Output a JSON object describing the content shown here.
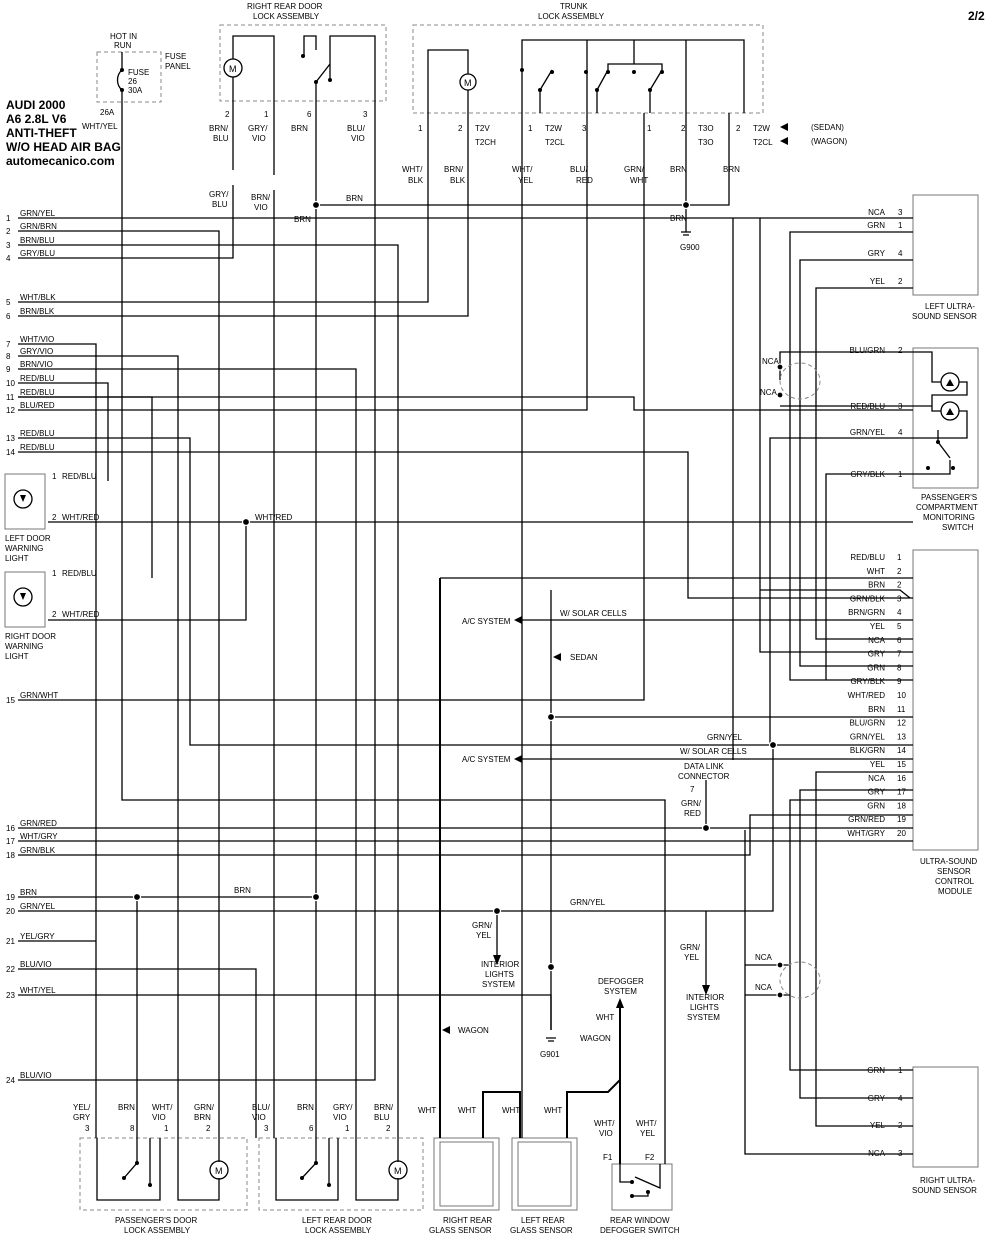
{
  "page_number": "2/2",
  "header": {
    "lines": [
      "AUDI 2000",
      "A6 2.8L V6",
      "ANTI-THEFT",
      "W/O HEAD AIR BAG",
      "automecanico.com"
    ]
  },
  "fuse_panel": {
    "hot_in": "HOT IN",
    "run": "RUN",
    "panel_1": "FUSE",
    "panel_2": "PANEL",
    "fuse_1": "FUSE",
    "fuse_2": "26",
    "fuse_3": "30A",
    "terminal": "26A",
    "wire": "WHT/YEL"
  },
  "components": {
    "rr_door_lock_1": "RIGHT REAR DOOR",
    "rr_door_lock_2": "LOCK ASSEMBLY",
    "trunk_1": "TRUNK",
    "trunk_2": "LOCK ASSEMBLY",
    "left_us_1": "LEFT ULTRA-",
    "left_us_2": "SOUND SENSOR",
    "pcm_1": "PASSENGER'S",
    "pcm_2": "COMPARTMENT",
    "pcm_3": "MONITORING",
    "pcm_4": "SWITCH",
    "usm_1": "ULTRA-SOUND",
    "usm_2": "SENSOR",
    "usm_3": "CONTROL",
    "usm_4": "MODULE",
    "ldwl_1": "LEFT DOOR",
    "ldwl_2": "WARNING",
    "ldwl_3": "LIGHT",
    "rdwl_1": "RIGHT DOOR",
    "rdwl_2": "WARNING",
    "rdwl_3": "LIGHT",
    "pdl_1": "PASSENGER'S DOOR",
    "pdl_2": "LOCK ASSEMBLY",
    "lrdl_1": "LEFT REAR DOOR",
    "lrdl_2": "LOCK ASSEMBLY",
    "rrgs_1": "RIGHT REAR",
    "rrgs_2": "GLASS SENSOR",
    "lrgs_1": "LEFT REAR",
    "lrgs_2": "GLASS SENSOR",
    "rwds_1": "REAR WINDOW",
    "rwds_2": "DEFOGGER SWITCH",
    "right_us_1": "RIGHT ULTRA-",
    "right_us_2": "SOUND SENSOR",
    "ac1": "A/C SYSTEM",
    "ac2": "A/C SYSTEM",
    "ils1_1": "INTERIOR",
    "ils1_2": "LIGHTS",
    "ils1_3": "SYSTEM",
    "ils2_1": "INTERIOR",
    "ils2_2": "LIGHTS",
    "ils2_3": "SYSTEM",
    "defog_1": "DEFOGGER",
    "defog_2": "SYSTEM",
    "dlc_1": "DATA LINK",
    "dlc_2": "CONNECTOR",
    "g900": "G900",
    "g901": "G901",
    "sedan_tag": "(SEDAN)",
    "wagon_tag": "(WAGON)",
    "w_solar_1": "W/ SOLAR CELLS",
    "w_solar_2": "W/ SOLAR CELLS",
    "sedan_lbl": "SEDAN",
    "wagon_lbl1": "WAGON",
    "wagon_lbl2": "WAGON",
    "f1": "F1",
    "f2": "F2",
    "motor": "M"
  },
  "left_pins": [
    {
      "n": "1",
      "c": "GRN/YEL"
    },
    {
      "n": "2",
      "c": "GRN/BRN"
    },
    {
      "n": "3",
      "c": "BRN/BLU"
    },
    {
      "n": "4",
      "c": "GRY/BLU"
    },
    {
      "n": "5",
      "c": "WHT/BLK"
    },
    {
      "n": "6",
      "c": "BRN/BLK"
    },
    {
      "n": "7",
      "c": "WHT/VIO"
    },
    {
      "n": "8",
      "c": "GRY/VIO"
    },
    {
      "n": "9",
      "c": "BRN/VIO"
    },
    {
      "n": "10",
      "c": "RED/BLU"
    },
    {
      "n": "11",
      "c": "RED/BLU"
    },
    {
      "n": "12",
      "c": "BLU/RED"
    },
    {
      "n": "13",
      "c": "RED/BLU"
    },
    {
      "n": "14",
      "c": "RED/BLU"
    },
    {
      "n": "15",
      "c": "GRN/WHT"
    },
    {
      "n": "16",
      "c": "GRN/RED"
    },
    {
      "n": "17",
      "c": "WHT/GRY"
    },
    {
      "n": "18",
      "c": "GRN/BLK"
    },
    {
      "n": "19",
      "c": "BRN"
    },
    {
      "n": "20",
      "c": "GRN/YEL"
    },
    {
      "n": "21",
      "c": "YEL/GRY"
    },
    {
      "n": "22",
      "c": "BLU/VIO"
    },
    {
      "n": "23",
      "c": "WHT/YEL"
    },
    {
      "n": "24",
      "c": "BLU/VIO"
    }
  ],
  "module_pins": [
    {
      "n": "1",
      "c": "RED/BLU"
    },
    {
      "n": "2",
      "c": "WHT"
    },
    {
      "n": "2",
      "c": "BRN"
    },
    {
      "n": "3",
      "c": "GRN/BLK"
    },
    {
      "n": "4",
      "c": "BRN/GRN"
    },
    {
      "n": "5",
      "c": "YEL"
    },
    {
      "n": "6",
      "c": "NCA"
    },
    {
      "n": "7",
      "c": "GRY"
    },
    {
      "n": "8",
      "c": "GRN"
    },
    {
      "n": "9",
      "c": "GRY/BLK"
    },
    {
      "n": "10",
      "c": "WHT/RED"
    },
    {
      "n": "11",
      "c": "BRN"
    },
    {
      "n": "12",
      "c": "BLU/GRN"
    },
    {
      "n": "13",
      "c": "GRN/YEL"
    },
    {
      "n": "14",
      "c": "BLK/GRN"
    },
    {
      "n": "15",
      "c": "YEL"
    },
    {
      "n": "16",
      "c": "NCA"
    },
    {
      "n": "17",
      "c": "GRY"
    },
    {
      "n": "18",
      "c": "GRN"
    },
    {
      "n": "19",
      "c": "GRN/RED"
    },
    {
      "n": "20",
      "c": "WHT/GRY"
    }
  ],
  "left_sensor_pins": [
    {
      "n": "3",
      "c": "NCA"
    },
    {
      "n": "1",
      "c": "GRN"
    },
    {
      "n": "4",
      "c": "GRY"
    },
    {
      "n": "2",
      "c": "YEL"
    }
  ],
  "right_sensor_pins": [
    {
      "n": "1",
      "c": "GRN"
    },
    {
      "n": "4",
      "c": "GRY"
    },
    {
      "n": "2",
      "c": "YEL"
    },
    {
      "n": "3",
      "c": "NCA"
    }
  ],
  "monitor_pins": [
    {
      "n": "2",
      "c": "BLU/GRN"
    },
    {
      "n": "3",
      "c": "RED/BLU"
    },
    {
      "n": "4",
      "c": "GRN/YEL"
    },
    {
      "n": "1",
      "c": "GRY/BLK"
    }
  ],
  "top_wires": {
    "rr": [
      {
        "p": "2",
        "c1": "BRN/",
        "c2": "BLU"
      },
      {
        "p": "1",
        "c1": "GRY/",
        "c2": "VIO"
      },
      {
        "p": "6",
        "c1": "BRN",
        "c2": ""
      },
      {
        "p": "3",
        "c1": "BLU/",
        "c2": "VIO"
      }
    ],
    "rr_lower": [
      {
        "c1": "GRY/",
        "c2": "BLU"
      },
      {
        "c1": "BRN/",
        "c2": "VIO"
      },
      {
        "c1": "BRN",
        "c2": ""
      }
    ],
    "trunk_pins": [
      {
        "p": "1"
      },
      {
        "p": "2",
        "t1": "T2V",
        "t2": "T2CH"
      },
      {
        "p": "1",
        "t1": "T2W",
        "t2": "T2CL"
      },
      {
        "p": "3"
      },
      {
        "p": "1"
      },
      {
        "p": "2",
        "t1": "T3O",
        "t2": "T3O"
      },
      {
        "p": "2",
        "t1": "T2W",
        "t2": "T2CL"
      }
    ],
    "trunk_wires": [
      {
        "c1": "WHT/",
        "c2": "BLK"
      },
      {
        "c1": "BRN/",
        "c2": "BLK"
      },
      {
        "c1": "WHT/",
        "c2": "YEL"
      },
      {
        "c1": "BLU/",
        "c2": "RED"
      },
      {
        "c1": "GRN/",
        "c2": "WHT"
      },
      {
        "c1": "BRN",
        "c2": ""
      },
      {
        "c1": "BRN",
        "c2": ""
      }
    ],
    "brn_top": "BRN",
    "brn_g900": "BRN"
  },
  "bottom": {
    "pdl": [
      {
        "p": "3",
        "c1": "YEL/",
        "c2": "GRY"
      },
      {
        "p": "8",
        "c1": "BRN",
        "c2": ""
      },
      {
        "p": "1",
        "c1": "WHT/",
        "c2": "VIO"
      },
      {
        "p": "2",
        "c1": "GRN/",
        "c2": "BRN"
      }
    ],
    "lrdl": [
      {
        "p": "3",
        "c1": "BLU/",
        "c2": "VIO"
      },
      {
        "p": "6",
        "c1": "BRN",
        "c2": ""
      },
      {
        "p": "1",
        "c1": "GRY/",
        "c2": "VIO"
      },
      {
        "p": "2",
        "c1": "BRN/",
        "c2": "BLU"
      }
    ],
    "wht": "WHT",
    "wht_vio_1": "WHT/",
    "wht_vio_2": "VIO",
    "wht_yel_1": "WHT/",
    "wht_yel_2": "YEL"
  },
  "misc_labels": {
    "red_blu": "RED/BLU",
    "wht_red": "WHT/RED",
    "brn": "BRN",
    "grn_yel": "GRN/YEL",
    "grn_yel_1": "GRN/",
    "grn_yel_2": "YEL",
    "grn_red_1": "GRN/",
    "grn_red_2": "RED",
    "nca": "NCA",
    "pin7": "7",
    "pin1": "1",
    "pin2": "2"
  },
  "colors": {
    "wire": "#000000",
    "frame": "#888888",
    "background": "#ffffff"
  }
}
